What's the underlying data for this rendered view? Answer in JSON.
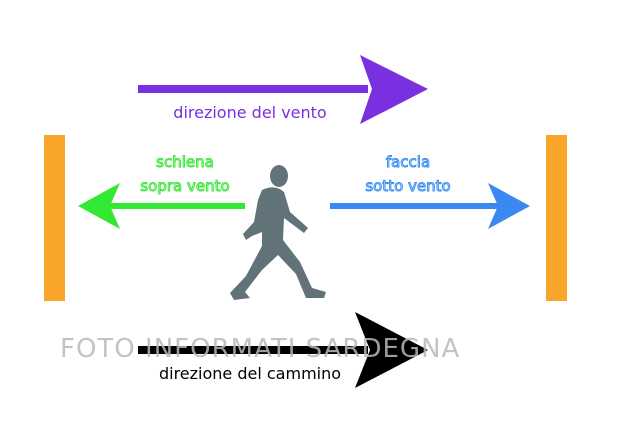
{
  "colors": {
    "wind": "#7a2fe0",
    "back": "#33e833",
    "face": "#3b88f0",
    "walk": "#000000",
    "wall": "#f9a52a",
    "person": "#627279"
  },
  "labels": {
    "wind_direction": "direzione del vento",
    "walk_direction": "direzione del cammino",
    "back_line1": "schiena",
    "back_line2": "sopra vento",
    "face_line1": "faccia",
    "face_line2": "sotto vento"
  },
  "watermark": "FOTO INFORMATI SARDEGNA"
}
